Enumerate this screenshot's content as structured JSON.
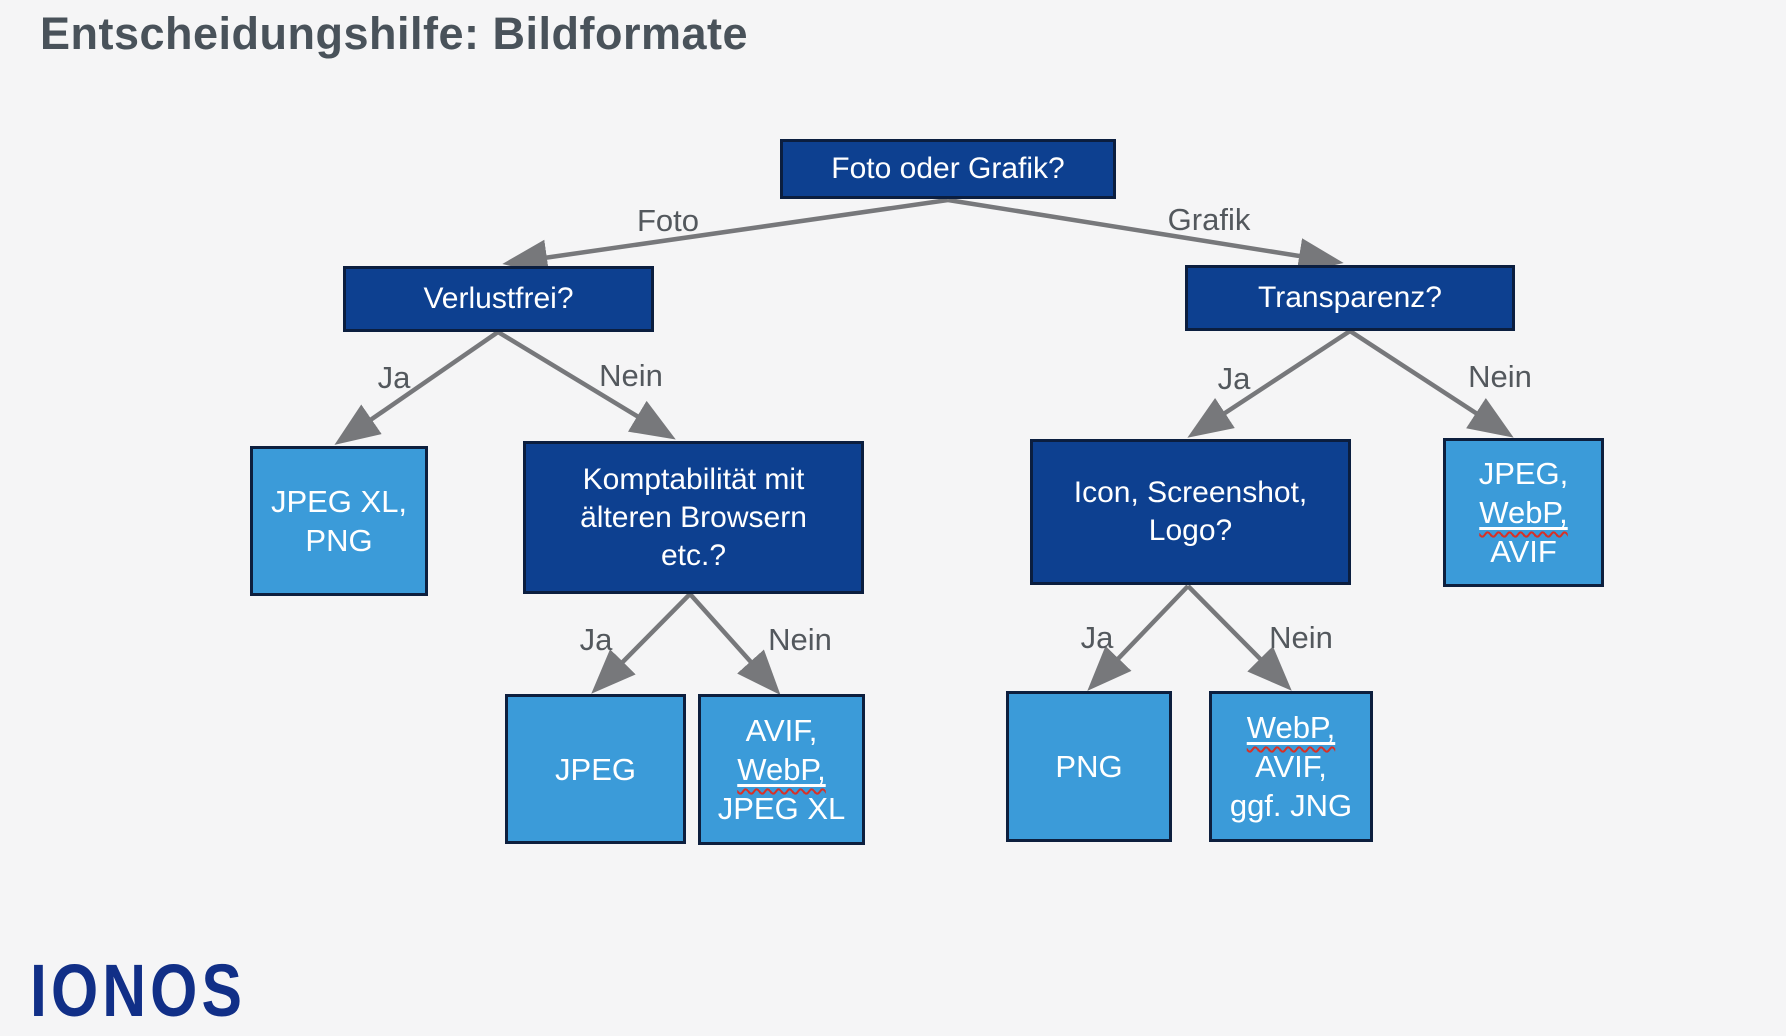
{
  "title": "Entscheidungshilfe: Bildformate",
  "logo_text": "IONOS",
  "colors": {
    "background": "#f5f5f6",
    "question_box_fill": "#0d4090",
    "question_box_border": "#0b1e3f",
    "result_box_fill": "#3b9bd9",
    "result_box_border": "#0d1f3e",
    "arrow": "#77787b",
    "edge_label_text": "#53585d",
    "title_text": "#49525a",
    "logo_blue": "#112f87",
    "spellcheck_squiggle": "#d93025"
  },
  "nodes": {
    "root": "Foto oder Grafik?",
    "verlustfrei": "Verlustfrei?",
    "transparenz": "Transparenz?",
    "kompatibilitaet": {
      "lines": [
        "Komptabilität mit",
        "älteren Browsern",
        "etc.?"
      ]
    },
    "icon_screenshot_logo": {
      "lines": [
        "Icon, Screenshot,",
        "Logo?"
      ]
    }
  },
  "results": {
    "jpegxl_png": {
      "lines": [
        "JPEG XL,",
        "PNG"
      ]
    },
    "jpeg": {
      "lines": [
        "JPEG"
      ]
    },
    "avif_webp_jpegxl": {
      "lines": [
        "AVIF,",
        "WebP,",
        "JPEG XL"
      ]
    },
    "png": {
      "lines": [
        "PNG"
      ]
    },
    "webp_avif_jng": {
      "lines": [
        "WebP,",
        "AVIF,",
        "ggf. JNG"
      ]
    },
    "jpeg_webp_avif": {
      "lines": [
        "JPEG,",
        "WebP,",
        "AVIF"
      ]
    }
  },
  "edge_labels": {
    "foto": "Foto",
    "grafik": "Grafik",
    "ja_verlustfrei": "Ja",
    "nein_verlustfrei": "Nein",
    "ja_kompatibilitaet": "Ja",
    "nein_kompatibilitaet": "Nein",
    "ja_transparenz": "Ja",
    "nein_transparenz": "Nein",
    "ja_icon": "Ja",
    "nein_icon": "Nein"
  }
}
